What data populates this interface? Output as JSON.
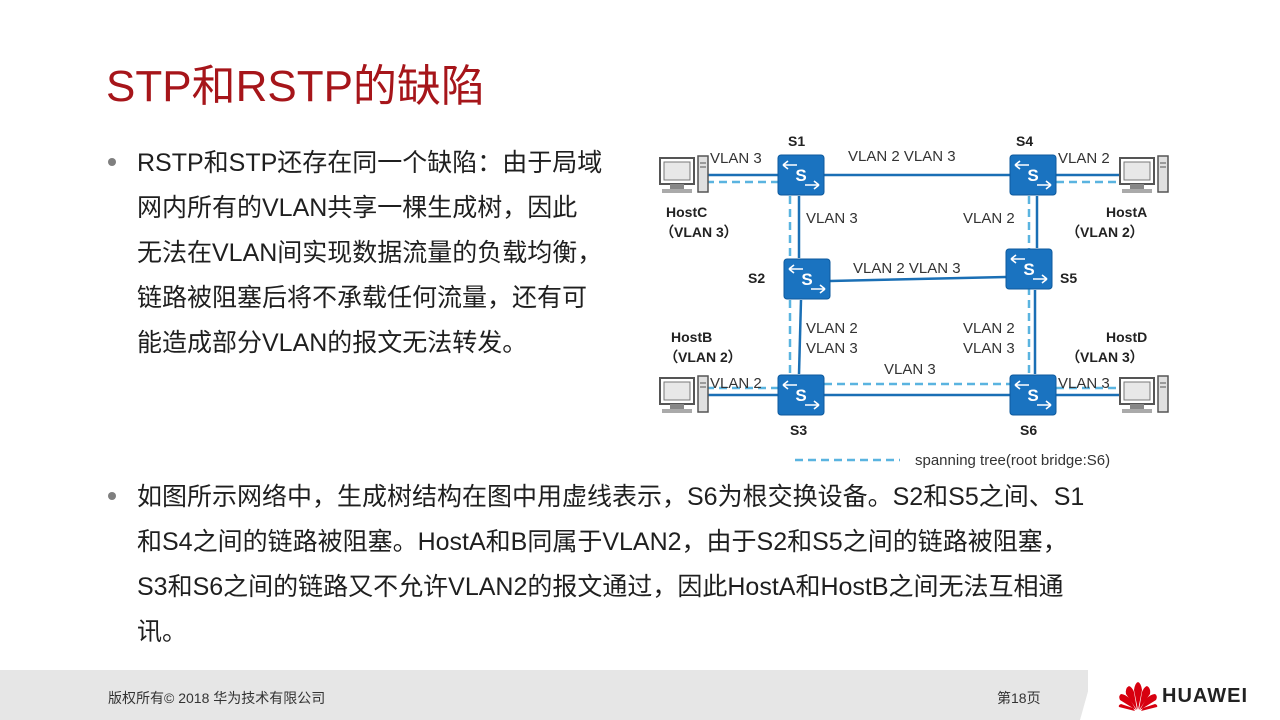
{
  "title": "STP和RSTP的缺陷",
  "bullets": [
    {
      "lines": [
        "RSTP和STP还存在同一个缺陷：由于局域",
        "网内所有的VLAN共享一棵生成树，因此",
        "无法在VLAN间实现数据流量的负载均衡，",
        "链路被阻塞后将不承载任何流量，还有可",
        "能造成部分VLAN的报文无法转发。"
      ]
    },
    {
      "lines": [
        "如图所示网络中，生成树结构在图中用虚线表示，S6为根交换设备。S2和S5之间、S1",
        "和S4之间的链路被阻塞。HostA和B同属于VLAN2，由于S2和S5之间的链路被阻塞，",
        "S3和S6之间的链路又不允许VLAN2的报文通过，因此HostA和HostB之间无法互相通",
        "讯。"
      ]
    }
  ],
  "diagram": {
    "switches": {
      "s1": "S1",
      "s2": "S2",
      "s3": "S3",
      "s4": "S4",
      "s5": "S5",
      "s6": "S6",
      "glyph": "S"
    },
    "hosts": {
      "hostC": {
        "name": "HostC",
        "vlan": "（VLAN 3）"
      },
      "hostA": {
        "name": "HostA",
        "vlan": "（VLAN 2）"
      },
      "hostB": {
        "name": "HostB",
        "vlan": "（VLAN 2）"
      },
      "hostD": {
        "name": "HostD",
        "vlan": "（VLAN 3）"
      }
    },
    "link_labels": {
      "hostC_s1": "VLAN 3",
      "s1_s4": "VLAN 2 VLAN 3",
      "s4_hostA": "VLAN 2",
      "s1_s2": "VLAN 3",
      "s4_s5": "VLAN 2",
      "s2_s5": "VLAN 2 VLAN 3",
      "s2_s3_a": "VLAN 2",
      "s2_s3_b": "VLAN 3",
      "s5_s6_a": "VLAN 2",
      "s5_s6_b": "VLAN 3",
      "s3_s6": "VLAN 3",
      "hostB_s3": "VLAN 2",
      "s6_hostD": "VLAN 3"
    },
    "legend": "spanning tree(root bridge:S6)",
    "colors": {
      "link": "#1a6fb5",
      "tree": "#5ab4e0",
      "switch": "#1a73c0"
    }
  },
  "footer": {
    "copyright": "版权所有© 2018 华为技术有限公司",
    "page": "第18页",
    "brand": "HUAWEI"
  }
}
